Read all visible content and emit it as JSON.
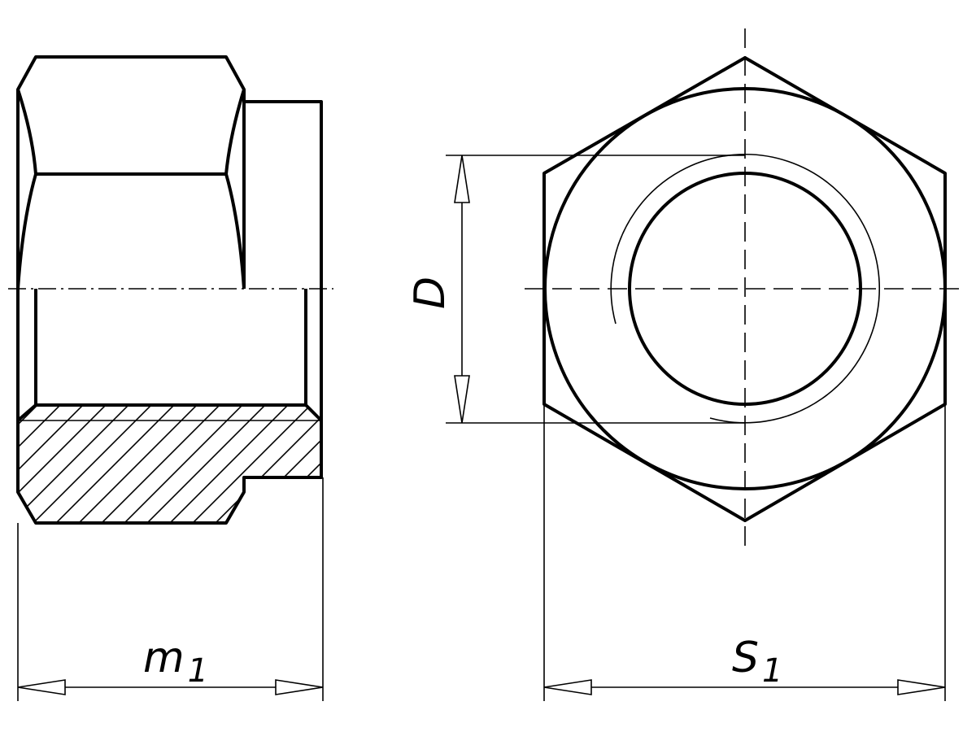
{
  "labels": {
    "m_main": "m",
    "m_sub": "1",
    "s_main": "S",
    "s_sub": "1",
    "d_label": "D"
  }
}
